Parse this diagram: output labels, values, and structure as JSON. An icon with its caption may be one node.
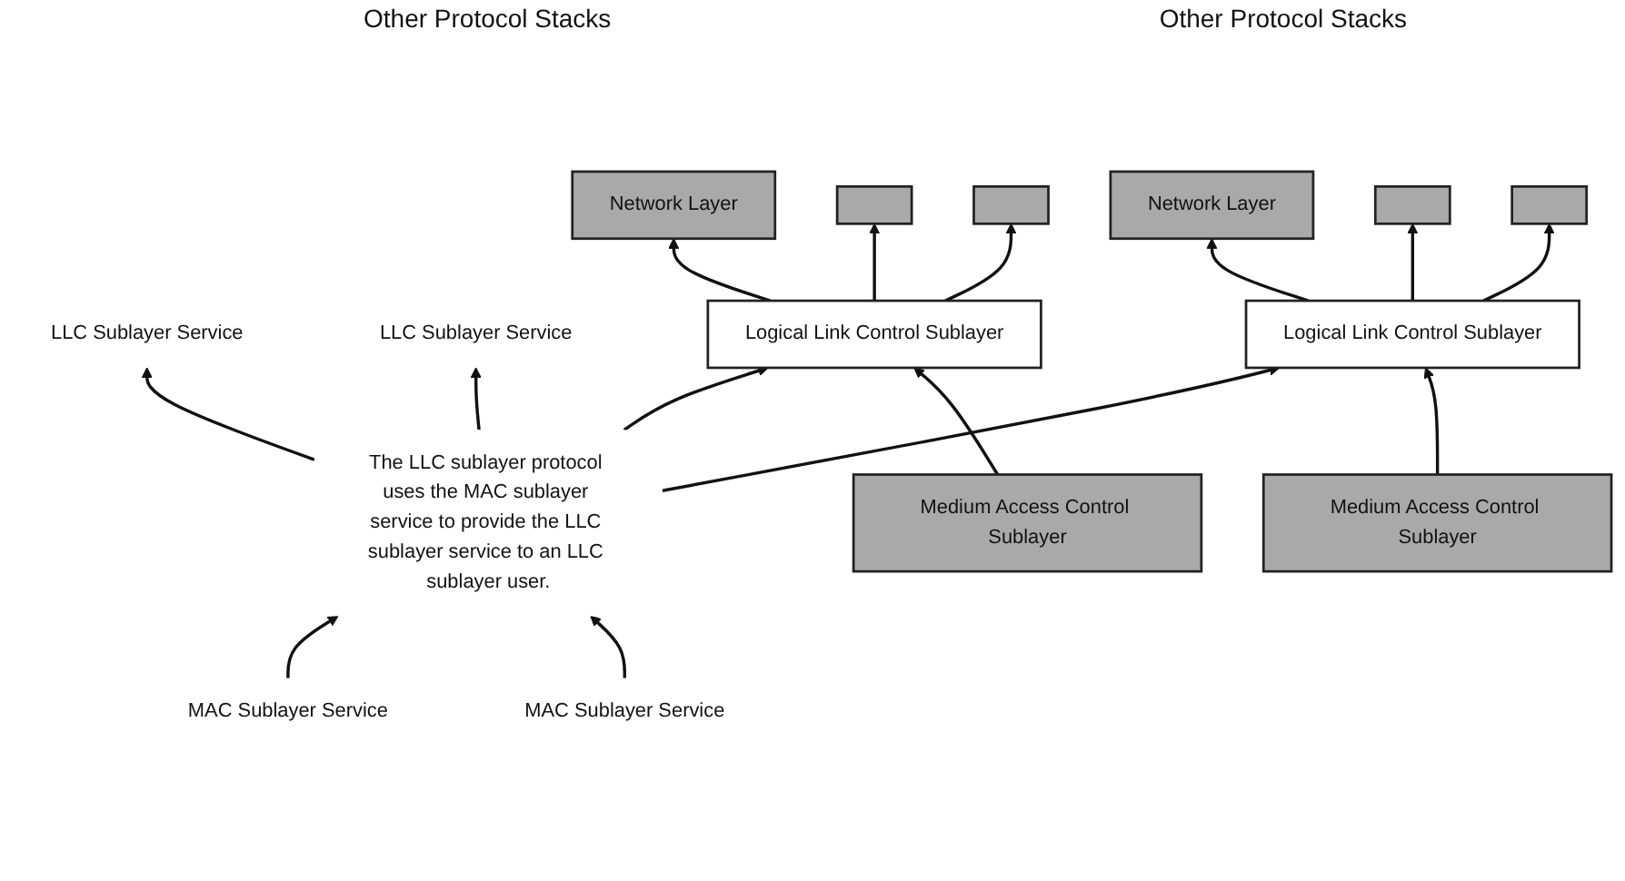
{
  "diagram": {
    "nodes": [
      {
        "text": [
          "Network Layer"
        ]
      },
      {
        "text": [],
        "shape": "box"
      },
      {
        "text": [],
        "shape": "box"
      },
      {
        "text": [
          "Network Layer"
        ]
      },
      {
        "text": [],
        "shape": "box"
      },
      {
        "text": [],
        "shape": "box"
      },
      {
        "text": [
          "LLC Sublayer Service"
        ]
      },
      {
        "text": [
          "LLC Sublayer Service"
        ]
      },
      {
        "text": [
          "Logical Link Control Sublayer"
        ]
      },
      {
        "text": [
          "The LLC sublayer protocol uses the MAC sublayer service to provide the LLC sublayer service to an LLC sublayer user."
        ]
      },
      {
        "text": [
          "Logical Link Control Sublayer"
        ]
      },
      {
        "text": [
          "MAC Sublayer Service"
        ]
      },
      {
        "text": [
          "MAC Sublayer Service"
        ]
      },
      {
        "text": [
          "Medium Access Control Sublayer"
        ]
      },
      {
        "text": [
          "Medium Access Control Sublayer"
        ]
      }
    ],
    "edges": [
      {
        "from": 8,
        "to": 0,
        "arrow": "to"
      },
      {
        "from": 8,
        "to": 1,
        "arrow": "to"
      },
      {
        "from": 8,
        "to": 2,
        "arrow": "to"
      },
      {
        "from": 10,
        "to": 3,
        "arrow": "to"
      },
      {
        "from": 10,
        "to": 4,
        "arrow": "to"
      },
      {
        "from": 10,
        "to": 5,
        "arrow": "to"
      },
      {
        "from": 9,
        "to": 6,
        "arrow": "to"
      },
      {
        "from": 9,
        "to": 7,
        "arrow": "to"
      },
      {
        "from": 9,
        "to": 8,
        "arrow": "to"
      },
      {
        "from": 9,
        "to": 10,
        "arrow": "to"
      },
      {
        "from": 11,
        "to": 9,
        "arrow": "to"
      },
      {
        "from": 12,
        "to": 9,
        "arrow": "to"
      },
      {
        "from": 13,
        "to": 8,
        "arrow": "to"
      },
      {
        "from": 14,
        "to": 10,
        "arrow": "to"
      }
    ],
    "labels": [
      "Other Protocol Stacks",
      "Other Protocol Stacks"
    ]
  }
}
